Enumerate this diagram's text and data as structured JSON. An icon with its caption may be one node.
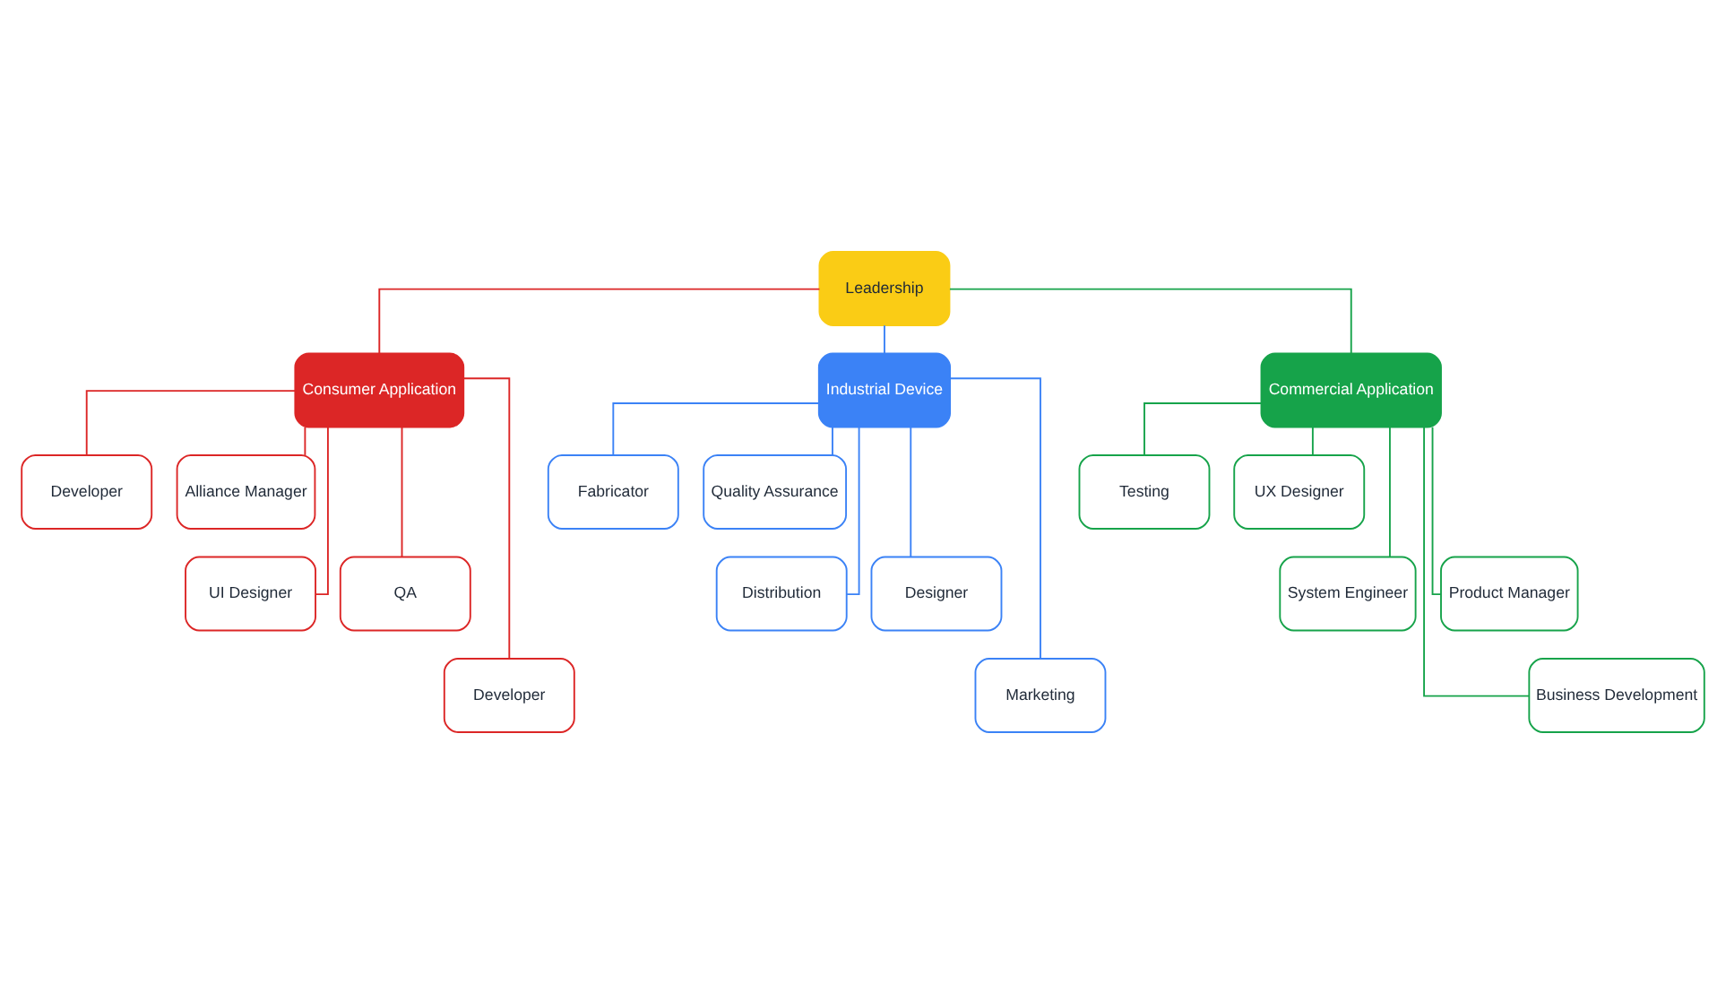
{
  "diagram": {
    "nodes": [
      {
        "text": [
          "Leadership"
        ]
      },
      {
        "text": [
          "Consumer Application"
        ]
      },
      {
        "text": [
          "Industrial Device"
        ]
      },
      {
        "text": [
          "Commercial Application"
        ]
      },
      {
        "text": [
          "Developer"
        ]
      },
      {
        "text": [
          "Alliance Manager"
        ]
      },
      {
        "text": [
          "UI Designer"
        ]
      },
      {
        "text": [
          "QA"
        ]
      },
      {
        "text": [
          "Developer"
        ]
      },
      {
        "text": [
          "Fabricator"
        ]
      },
      {
        "text": [
          "Quality Assurance"
        ]
      },
      {
        "text": [
          "Distribution"
        ]
      },
      {
        "text": [
          "Designer"
        ]
      },
      {
        "text": [
          "Marketing"
        ]
      },
      {
        "text": [
          "Testing"
        ]
      },
      {
        "text": [
          "UX Designer"
        ]
      },
      {
        "text": [
          "System Engineer"
        ]
      },
      {
        "text": [
          "Product Manager"
        ]
      },
      {
        "text": [
          "Business Development"
        ]
      }
    ],
    "edges": [
      {
        "from": 0,
        "to": 1,
        "arrow": "none",
        "color": "#dc2626"
      },
      {
        "from": 0,
        "to": 2,
        "arrow": "none",
        "color": "#3b82f6"
      },
      {
        "from": 0,
        "to": 3,
        "arrow": "none",
        "color": "#16a34a"
      },
      {
        "from": 1,
        "to": 4,
        "arrow": "none",
        "color": "#dc2626"
      },
      {
        "from": 1,
        "to": 5,
        "arrow": "none",
        "color": "#dc2626"
      },
      {
        "from": 1,
        "to": 6,
        "arrow": "none",
        "color": "#dc2626"
      },
      {
        "from": 1,
        "to": 7,
        "arrow": "none",
        "color": "#dc2626"
      },
      {
        "from": 1,
        "to": 8,
        "arrow": "none",
        "color": "#dc2626"
      },
      {
        "from": 2,
        "to": 9,
        "arrow": "none",
        "color": "#3b82f6"
      },
      {
        "from": 2,
        "to": 10,
        "arrow": "none",
        "color": "#3b82f6"
      },
      {
        "from": 2,
        "to": 11,
        "arrow": "none",
        "color": "#3b82f6"
      },
      {
        "from": 2,
        "to": 12,
        "arrow": "none",
        "color": "#3b82f6"
      },
      {
        "from": 2,
        "to": 13,
        "arrow": "none",
        "color": "#3b82f6"
      },
      {
        "from": 3,
        "to": 14,
        "arrow": "none",
        "color": "#16a34a"
      },
      {
        "from": 3,
        "to": 15,
        "arrow": "none",
        "color": "#16a34a"
      },
      {
        "from": 3,
        "to": 16,
        "arrow": "none",
        "color": "#16a34a"
      },
      {
        "from": 3,
        "to": 17,
        "arrow": "none",
        "color": "#16a34a"
      },
      {
        "from": 3,
        "to": 18,
        "arrow": "none",
        "color": "#16a34a"
      }
    ]
  }
}
